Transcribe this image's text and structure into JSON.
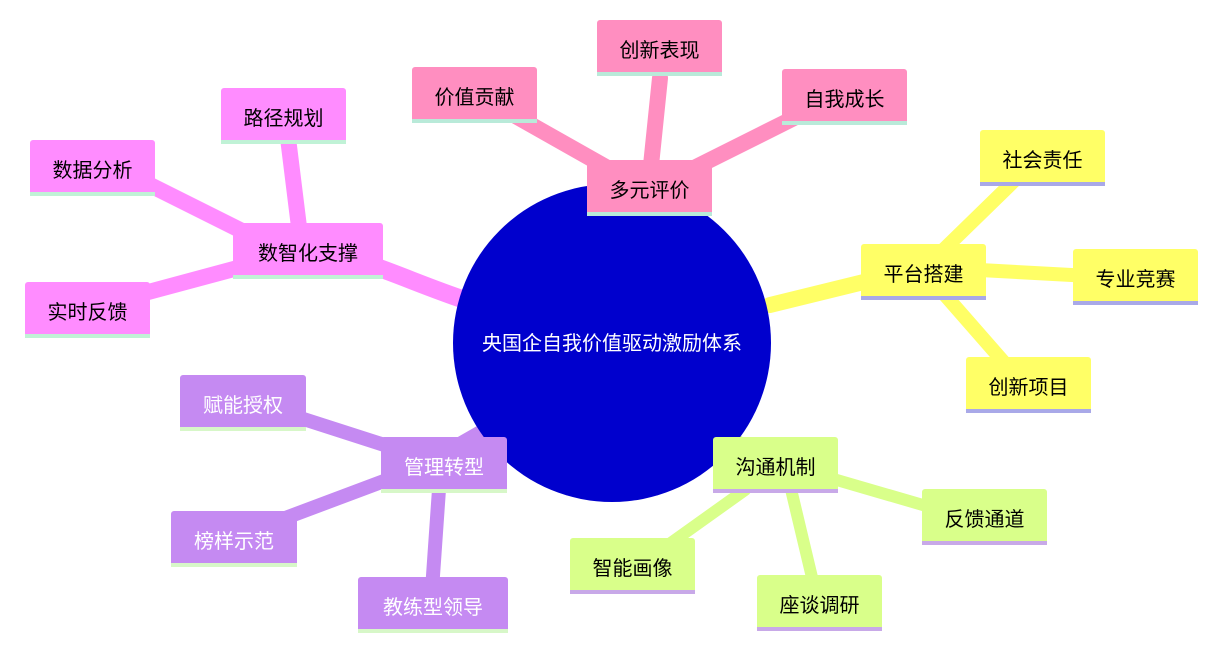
{
  "center": {
    "label": "央国企自我价值驱动激励体系"
  },
  "colors": {
    "center": "#0000cd",
    "pink": "#ff8ec0",
    "yellow": "#ffff66",
    "lime": "#d9ff8a",
    "magenta": "#ff8cff",
    "purple": "#c58af2"
  },
  "branches": {
    "evaluation": {
      "label": "多元评价",
      "children": [
        "价值贡献",
        "创新表现",
        "自我成长"
      ]
    },
    "platform": {
      "label": "平台搭建",
      "children": [
        "社会责任",
        "专业竞赛",
        "创新项目"
      ]
    },
    "communication": {
      "label": "沟通机制",
      "children": [
        "反馈通道",
        "座谈调研",
        "智能画像"
      ]
    },
    "digital": {
      "label": "数智化支撑",
      "children": [
        "路径规划",
        "数据分析",
        "实时反馈"
      ]
    },
    "management": {
      "label": "管理转型",
      "children": [
        "赋能授权",
        "榜样示范",
        "教练型领导"
      ]
    }
  }
}
